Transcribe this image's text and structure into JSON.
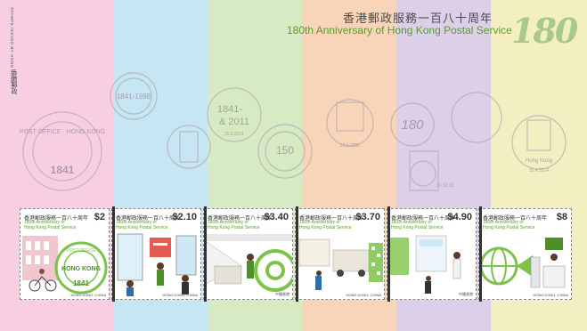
{
  "title": {
    "chinese": "香港郵政服務一百八十周年",
    "english": "180th Anniversary of Hong Kong Postal Service",
    "emblem": "180"
  },
  "side_text": {
    "english": "STAMPS ISSUED BY HONG KONG",
    "chinese": "香港郵政"
  },
  "postmarks": {
    "p1": "POST OFFICE · HONG KONG",
    "p1_year": "1841",
    "p2": "1841-1998",
    "p3_top": "1841-",
    "p3_bottom": "& 2011",
    "p3_date": "25.6.2011",
    "p4": "150",
    "p5": "180",
    "p6": "Hong Kong",
    "p6_date": "16.4.2014",
    "p7_date": "31 12 13",
    "p8_date": "25.6.2001"
  },
  "stamps": [
    {
      "label_cn": "香港郵政服務一百八十周年",
      "label_en1": "180th Anniversary of",
      "label_en2": "Hong Kong Postal Service",
      "value": "$2",
      "country": "HONG KONG, CHINA",
      "cancel_top": "POST OFFICE",
      "cancel_mid": "HONG KONG",
      "cancel_year": "1841"
    },
    {
      "label_cn": "香港郵政服務一百八十周年",
      "label_en1": "180th Anniversary of",
      "label_en2": "Hong Kong Postal Service",
      "value": "$2.10",
      "country": "HONG KONG, CHINA"
    },
    {
      "label_cn": "香港郵政服務一百八十周年",
      "label_en1": "180th Anniversary of",
      "label_en2": "Hong Kong Postal Service",
      "value": "$3.40",
      "country": "中國香港"
    },
    {
      "label_cn": "香港郵政服務一百八十周年",
      "label_en1": "180th Anniversary of",
      "label_en2": "Hong Kong Postal Service",
      "value": "$3.70",
      "country": "HONG KONG, CHINA"
    },
    {
      "label_cn": "香港郵政服務一百八十周年",
      "label_en1": "180th Anniversary of",
      "label_en2": "Hong Kong Postal Service",
      "value": "$4.90",
      "country": "中國香港"
    },
    {
      "label_cn": "香港郵政服務一百八十周年",
      "label_en1": "180th Anniversary of",
      "label_en2": "Hong Kong Postal Service",
      "value": "$8",
      "country": "HONG KONG, CHINA"
    }
  ],
  "colors": {
    "pink": "#f7cfe0",
    "blue": "#c6e6f3",
    "green": "#d6ebc4",
    "orange": "#f8d5b8",
    "purple": "#dccfe8",
    "yellow": "#f3efc0",
    "accent_green": "#5b9b2e"
  }
}
